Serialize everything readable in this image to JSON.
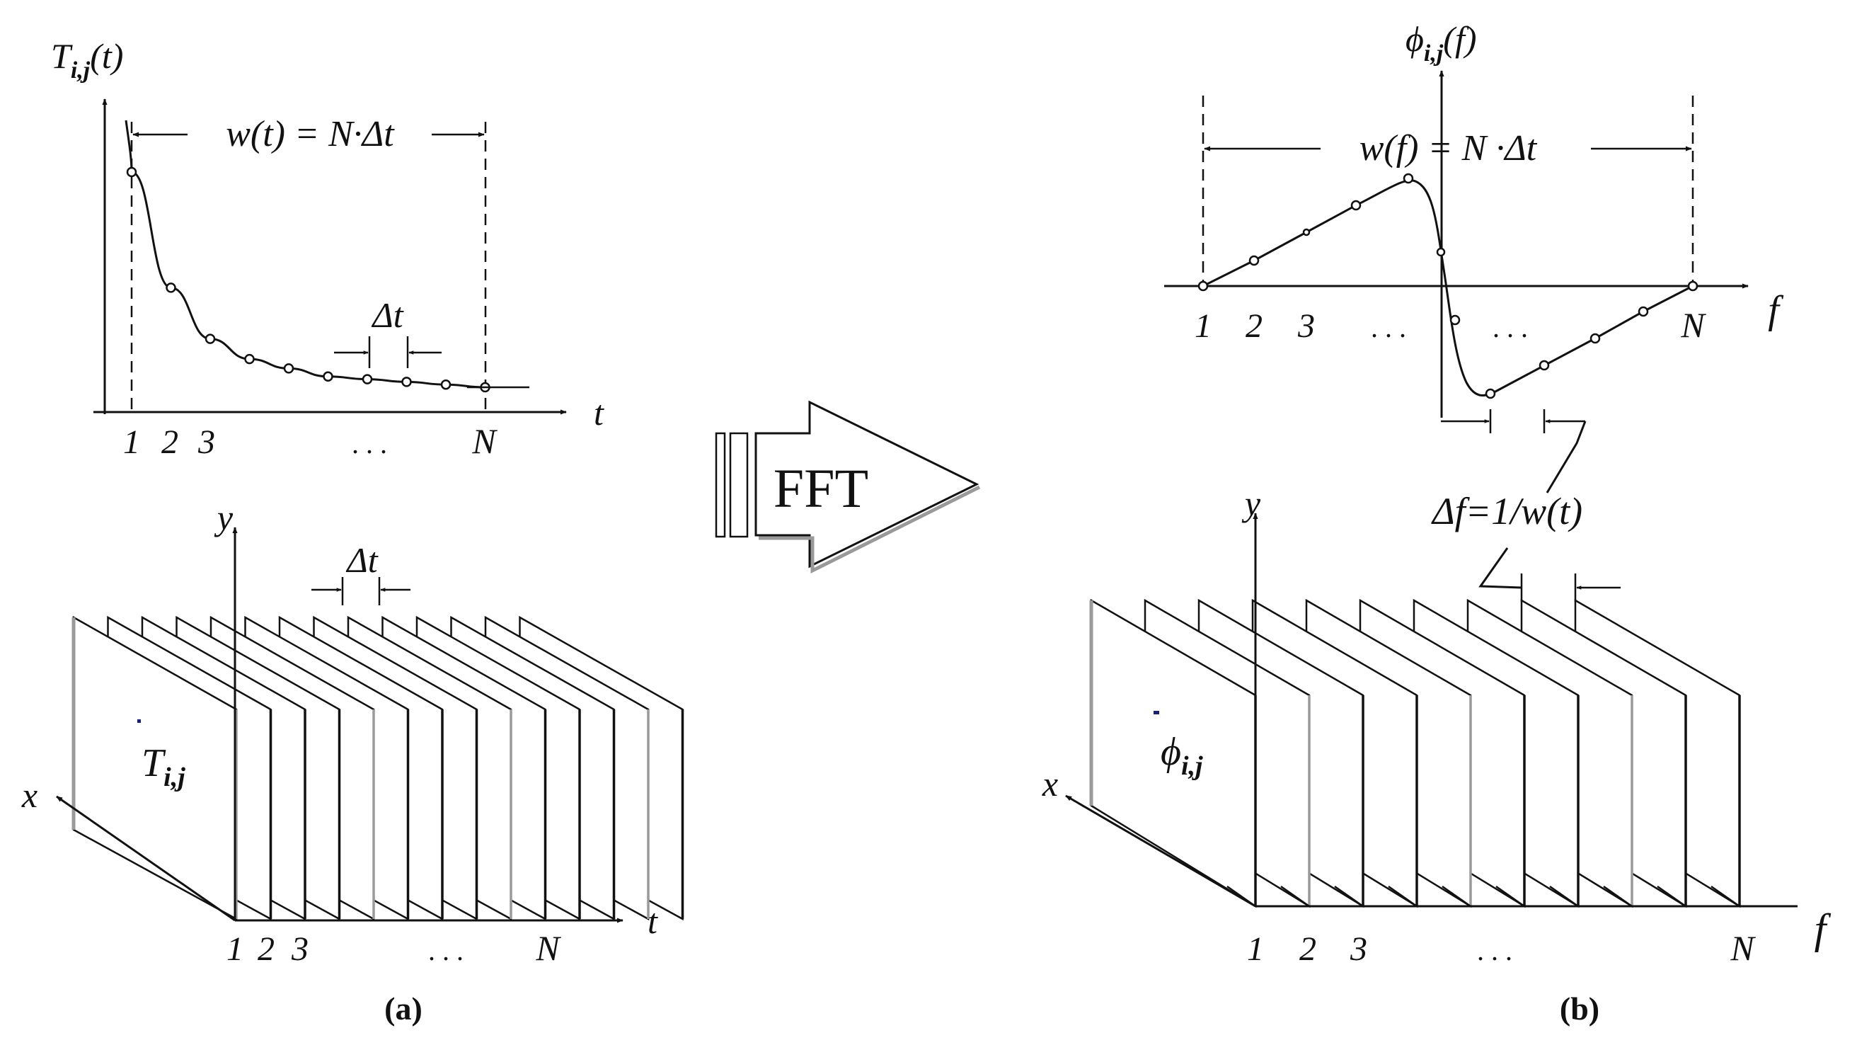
{
  "panel_a": {
    "top_plot": {
      "y_label": {
        "base": "T",
        "sub": "i,j",
        "arg": "(t)"
      },
      "window_label": "w(t) = N·Δt",
      "step_label": "Δt",
      "x_axis_label": "t",
      "ticks": [
        "1",
        "2",
        "3",
        "N"
      ],
      "dots": ". . .",
      "curve_samples": [
        0.82,
        0.39,
        0.2,
        0.125,
        0.09,
        0.06,
        0.05,
        0.04,
        0.03,
        0.02
      ]
    },
    "stack": {
      "y_axis_label": "y",
      "x_axis_label": "x",
      "t_axis_label": "t",
      "step_label": "Δt",
      "frame_label": {
        "base": "T",
        "sub": "i,j"
      },
      "ticks": [
        "1",
        "2",
        "3",
        "N"
      ],
      "dots": ". . ."
    },
    "caption": "(a)"
  },
  "arrow": {
    "label": "FFT"
  },
  "panel_b": {
    "top_plot": {
      "y_label": {
        "base": "ϕ",
        "sub": "i,j",
        "arg": "(f)"
      },
      "window_label": "w(f) = N ·Δt",
      "x_axis_label": "f",
      "ticks": [
        "1",
        "2",
        "3",
        "N"
      ],
      "dots_left": ". . .",
      "dots_right": ". . .",
      "freq_step_label": "Δf=1/w(t)"
    },
    "stack": {
      "y_axis_label": "y",
      "x_axis_label": "x",
      "f_axis_label": "f",
      "frame_label": {
        "base": "ϕ",
        "sub": "i,j"
      },
      "ticks": [
        "1",
        "2",
        "3",
        "N"
      ],
      "dots": ". . ."
    },
    "caption": "(b)"
  }
}
